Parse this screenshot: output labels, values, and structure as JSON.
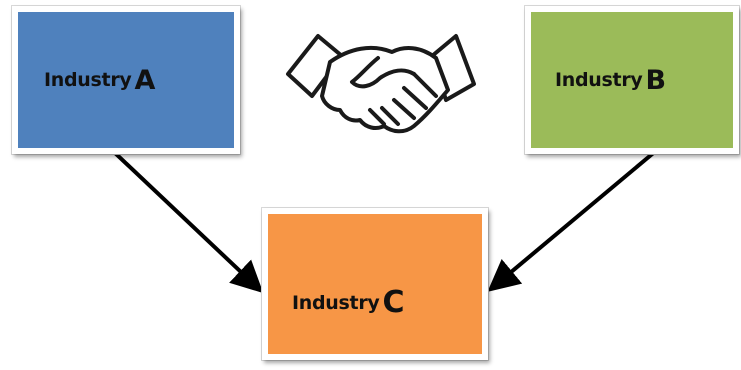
{
  "nodes": {
    "a": {
      "word": "Industry",
      "letter": "A",
      "color": "#4f81bd"
    },
    "b": {
      "word": "Industry",
      "letter": "B",
      "color": "#9bbb59"
    },
    "c": {
      "word": "Industry",
      "letter": "C",
      "color": "#f79646"
    }
  },
  "edges": [
    {
      "from": "a",
      "to": "c"
    },
    {
      "from": "b",
      "to": "c"
    }
  ],
  "icons": {
    "center": "handshake-icon"
  }
}
